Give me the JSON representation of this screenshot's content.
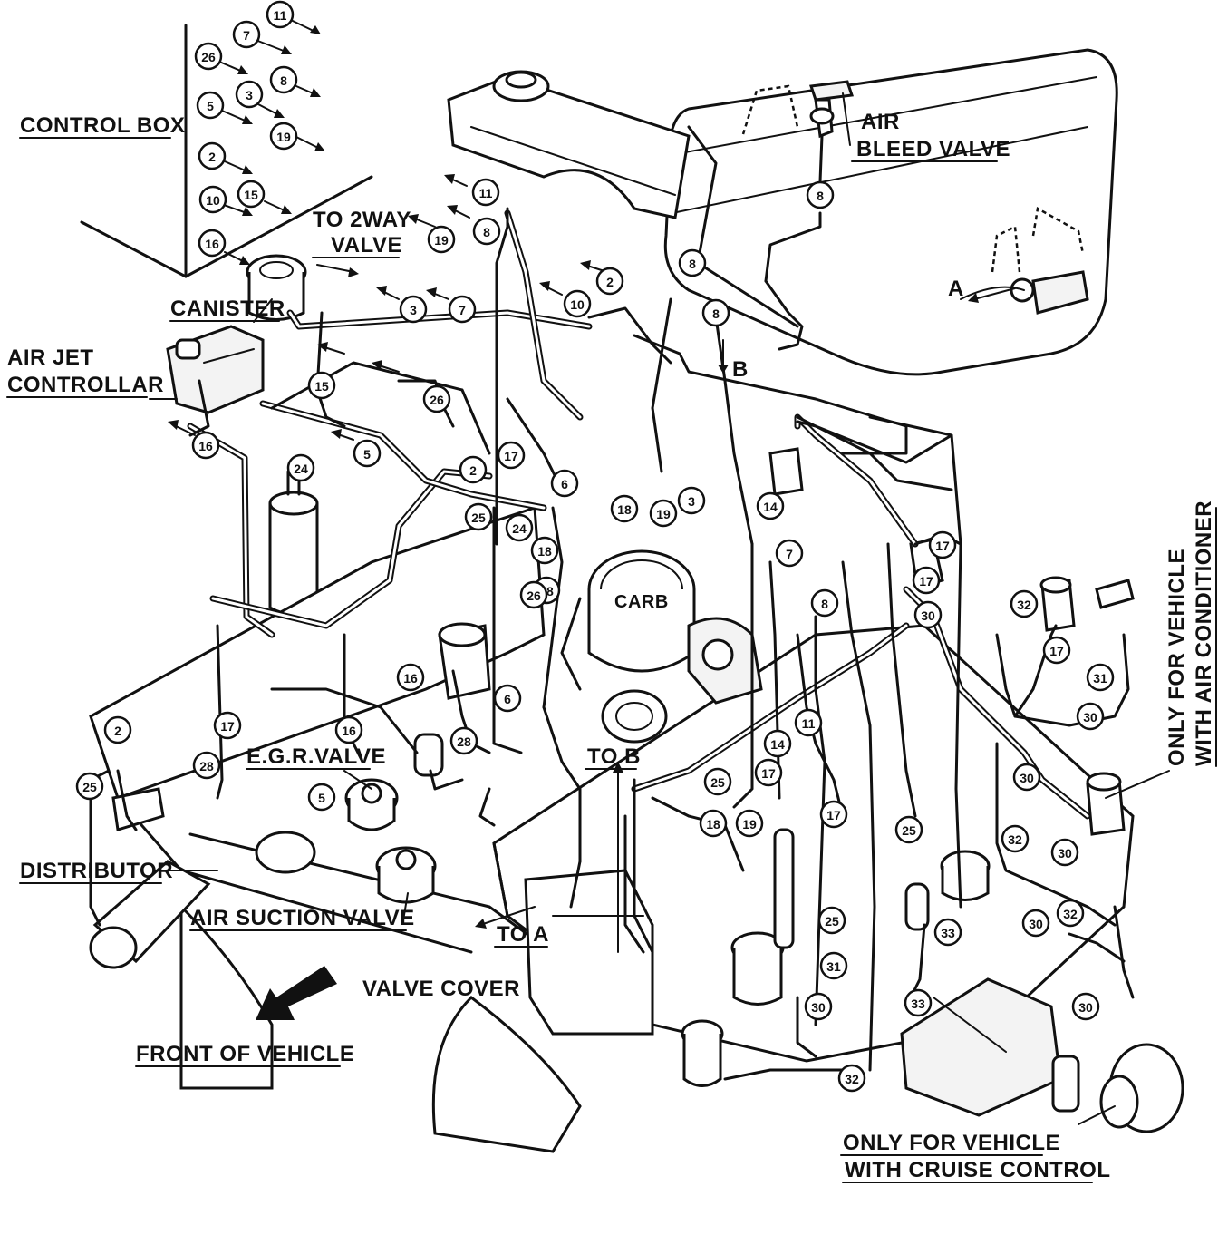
{
  "labels": {
    "control_box": "CONTROL BOX",
    "canister": "CANISTER",
    "air_jet_controllar_1": "AIR JET",
    "air_jet_controllar_2": "CONTROLLAR",
    "to_2way_valve_1": "TO 2WAY",
    "to_2way_valve_2": "VALVE",
    "air_bleed_valve_1": "AIR",
    "air_bleed_valve_2": "BLEED VALVE",
    "egr_valve": "E.G.R.VALVE",
    "distributor": "DISTRIBUTOR",
    "air_suction_valve": "AIR SUCTION VALVE",
    "valve_cover": "VALVE COVER",
    "front_of_vehicle": "FRONT OF VEHICLE",
    "to_a": "TO A",
    "to_b": "TO B",
    "carb": "CARB",
    "letter_a": "A",
    "letter_b": "B",
    "air_conditioner_1": "ONLY FOR VEHICLE",
    "air_conditioner_2": "WITH AIR CONDITIONER",
    "cruise_control_1": "ONLY FOR VEHICLE",
    "cruise_control_2": "WITH CRUISE CONTROL"
  },
  "callouts": [
    {
      "n": "11"
    },
    {
      "n": "7"
    },
    {
      "n": "26"
    },
    {
      "n": "8"
    },
    {
      "n": "3"
    },
    {
      "n": "5"
    },
    {
      "n": "19"
    },
    {
      "n": "2"
    },
    {
      "n": "10"
    },
    {
      "n": "15"
    },
    {
      "n": "16"
    },
    {
      "n": "8"
    },
    {
      "n": "11"
    },
    {
      "n": "8"
    },
    {
      "n": "19"
    },
    {
      "n": "2"
    },
    {
      "n": "10"
    },
    {
      "n": "3"
    },
    {
      "n": "7"
    },
    {
      "n": "8"
    },
    {
      "n": "8"
    },
    {
      "n": "15"
    },
    {
      "n": "26"
    },
    {
      "n": "16"
    },
    {
      "n": "5"
    },
    {
      "n": "24"
    },
    {
      "n": "2"
    },
    {
      "n": "25"
    },
    {
      "n": "24"
    },
    {
      "n": "17"
    },
    {
      "n": "6"
    },
    {
      "n": "18"
    },
    {
      "n": "19"
    },
    {
      "n": "3"
    },
    {
      "n": "14"
    },
    {
      "n": "18"
    },
    {
      "n": "18"
    },
    {
      "n": "26"
    },
    {
      "n": "7"
    },
    {
      "n": "17"
    },
    {
      "n": "17"
    },
    {
      "n": "8"
    },
    {
      "n": "30"
    },
    {
      "n": "32"
    },
    {
      "n": "17"
    },
    {
      "n": "31"
    },
    {
      "n": "30"
    },
    {
      "n": "16"
    },
    {
      "n": "6"
    },
    {
      "n": "28"
    },
    {
      "n": "16"
    },
    {
      "n": "17"
    },
    {
      "n": "2"
    },
    {
      "n": "25"
    },
    {
      "n": "28"
    },
    {
      "n": "5"
    },
    {
      "n": "11"
    },
    {
      "n": "14"
    },
    {
      "n": "17"
    },
    {
      "n": "25"
    },
    {
      "n": "18"
    },
    {
      "n": "19"
    },
    {
      "n": "17"
    },
    {
      "n": "25"
    },
    {
      "n": "30"
    },
    {
      "n": "32"
    },
    {
      "n": "30"
    },
    {
      "n": "25"
    },
    {
      "n": "31"
    },
    {
      "n": "30"
    },
    {
      "n": "33"
    },
    {
      "n": "30"
    },
    {
      "n": "32"
    },
    {
      "n": "33"
    },
    {
      "n": "30"
    },
    {
      "n": "32"
    }
  ]
}
